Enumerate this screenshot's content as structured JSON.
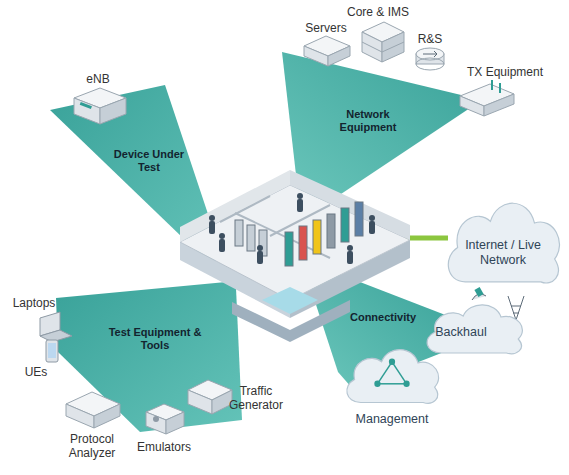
{
  "diagram": {
    "nodes": [
      {
        "text": [
          "Device Under Test"
        ]
      },
      {
        "text": [
          "Network Equipment"
        ]
      },
      {
        "text": [
          "Test Equipment & Tools"
        ]
      },
      {
        "text": [
          "Connectivity"
        ]
      },
      {
        "text": [
          "Internet / Live Network"
        ]
      },
      {
        "text": [
          "Backhaul"
        ]
      },
      {
        "text": [
          "Management"
        ]
      }
    ],
    "labels": [
      "eNB",
      "Servers",
      "Core & IMS",
      "R&S",
      "TX Equipment",
      "Laptops",
      "UEs",
      "Protocol Analyzer",
      "Emulators",
      "Traffic Generator"
    ]
  }
}
